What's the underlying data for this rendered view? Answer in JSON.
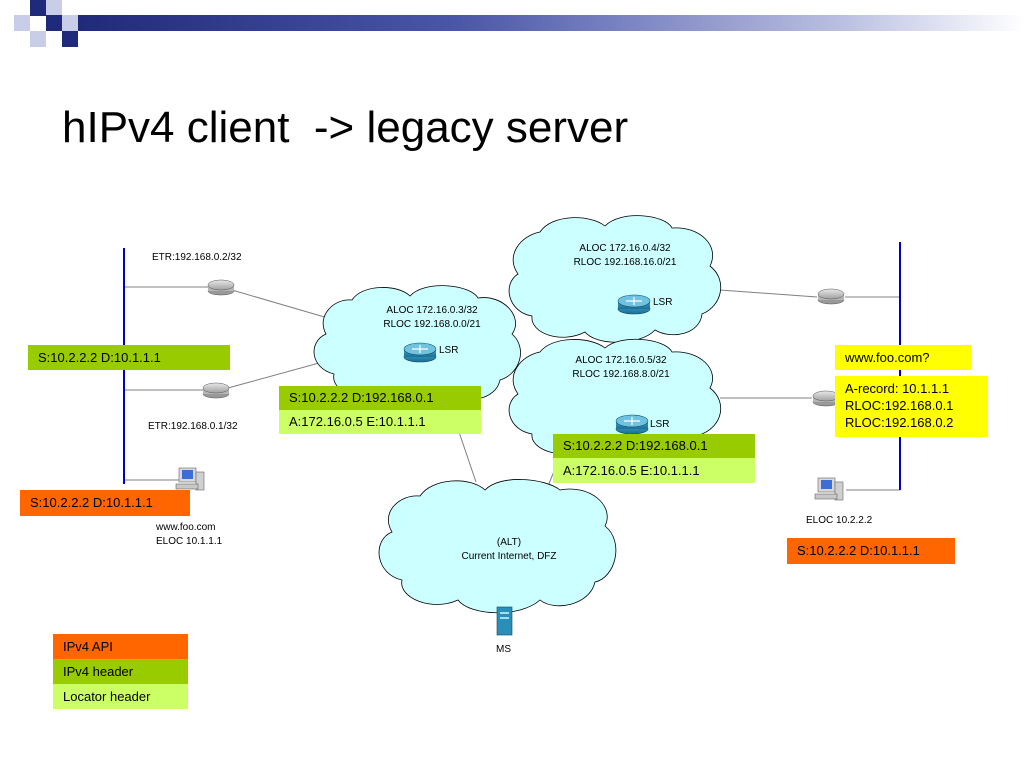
{
  "slide": {
    "title": "hIPv4 client  -> legacy server"
  },
  "clouds": {
    "top": {
      "aloc": "ALOC 172.16.0.4/32",
      "rloc": "RLOC 192.168.16.0/21",
      "router": "LSR"
    },
    "mid": {
      "aloc": "ALOC 172.16.0.3/32",
      "rloc": "RLOC 192.168.0.0/21",
      "router": "LSR"
    },
    "right": {
      "aloc": "ALOC 172.16.0.5/32",
      "rloc": "RLOC 192.168.8.0/21",
      "router": "LSR"
    },
    "alt": {
      "line1": "(ALT)",
      "line2": "Current Internet, DFZ",
      "ms": "MS"
    }
  },
  "labels": {
    "etr_top": "ETR:192.168.0.2/32",
    "etr_bottom": "ETR:192.168.0.1/32",
    "client_name": "www.foo.com",
    "client_eloc": "ELOC 10.1.1.1",
    "server_eloc": "ELOC 10.2.2.2"
  },
  "packets": {
    "left_green": "S:10.2.2.2 D:10.1.1.1",
    "left_orange": "S:10.2.2.2 D:10.1.1.1",
    "mid_ipv4": "S:10.2.2.2 D:192.168.0.1",
    "mid_locator": "A:172.16.0.5 E:10.1.1.1",
    "right_ipv4": "S:10.2.2.2 D:192.168.0.1",
    "right_locator": "A:172.16.0.5 E:10.1.1.1",
    "server_orange": "S:10.2.2.2 D:10.1.1.1"
  },
  "dns": {
    "query": "www.foo.com?",
    "answer1": "A-record: 10.1.1.1",
    "answer2": "RLOC:192.168.0.1",
    "answer3": "RLOC:192.168.0.2"
  },
  "legend": {
    "items": [
      {
        "label": "IPv4 API",
        "color": "#ff6600"
      },
      {
        "label": "IPv4 header",
        "color": "#99cc00"
      },
      {
        "label": "Locator header",
        "color": "#ccff66"
      }
    ]
  },
  "colors": {
    "api_orange": "#ff6600",
    "header_green": "#99cc00",
    "locator_lime": "#ccff66",
    "dns_yellow": "#ffff00",
    "cloud_fill": "#ccffff",
    "segment_blue": "#0000cc"
  }
}
